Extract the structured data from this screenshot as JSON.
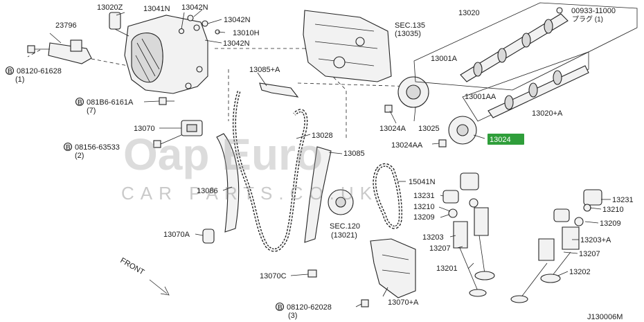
{
  "diagram": {
    "labels": {
      "p13020z": "13020Z",
      "p13041n": "13041N",
      "p13042n_a": "13042N",
      "p13042n_b": "13042N",
      "p13010h": "13010H",
      "p13042n_c": "13042N",
      "p23796": "23796",
      "b08120_61628": "08120-61628",
      "b08120_61628_qty": "(1)",
      "b081b6_6161a": "081B6-6161A",
      "b081b6_6161a_qty": "(7)",
      "p13070": "13070",
      "b08156_63533": "08156-63533",
      "b08156_63533_qty": "(2)",
      "p13086": "13086",
      "p13070a": "13070A",
      "p13085a": "13085+A",
      "p13028": "13028",
      "p13085": "13085",
      "sec120": "SEC.120",
      "sec120_ref": "(13021)",
      "p13070c": "13070C",
      "b08120_62028": "08120-62028",
      "b08120_62028_qty": "(3)",
      "p13070a2": "13070+A",
      "sec135": "SEC.135",
      "sec135_ref": "(13035)",
      "p13024a": "13024A",
      "p13025": "13025",
      "p13024aa": "13024AA",
      "p13024": "13024",
      "p13020": "13020",
      "p00933": "00933-11000",
      "plug": "プラグ (1)",
      "p13001a": "13001A",
      "p13001aa": "13001AA",
      "p13020a": "13020+A",
      "p15041n": "15041N",
      "p13231_l": "13231",
      "p13210_l": "13210",
      "p13209_l": "13209",
      "p13203": "13203",
      "p13207_l": "13207",
      "p13201": "13201",
      "p13231_r": "13231",
      "p13210_r": "13210",
      "p13209_r": "13209",
      "p13203a": "13203+A",
      "p13207_r": "13207",
      "p13202": "13202",
      "front": "FRONT",
      "code": "J130006M"
    },
    "bolt_marker": "B",
    "watermark": {
      "main": "Oap Euro",
      "sub": "CAR PARTS.CO.UK"
    },
    "highlight_color": "#2f9e3a"
  }
}
